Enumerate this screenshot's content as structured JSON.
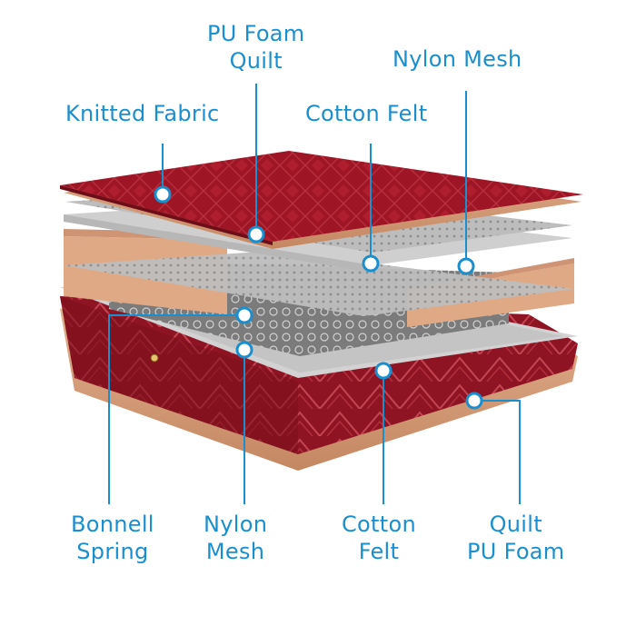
{
  "labels": {
    "knitted_fabric": "Knitted Fabric",
    "pu_foam_quilt": [
      "PU Foam",
      "Quilt"
    ],
    "cotton_felt_top": "Cotton Felt",
    "nylon_mesh_top": "Nylon Mesh",
    "bonnell_spring": [
      "Bonnell",
      "Spring"
    ],
    "nylon_mesh_bottom": [
      "Nylon",
      "Mesh"
    ],
    "cotton_felt_bottom": [
      "Cotton",
      "Felt"
    ],
    "quilt_pu_foam": [
      "Quilt",
      "PU Foam"
    ]
  },
  "colors": {
    "label": "#1a8fcf",
    "fabric_red": "#9e1526",
    "fabric_dark": "#6e0d18",
    "foam_tan": "#d9a27c",
    "foam_edge": "#b97b58",
    "felt_gray": "#c9c9c9",
    "mesh_gray": "#a9a9a9",
    "spring_dark": "#6c6c6c"
  }
}
